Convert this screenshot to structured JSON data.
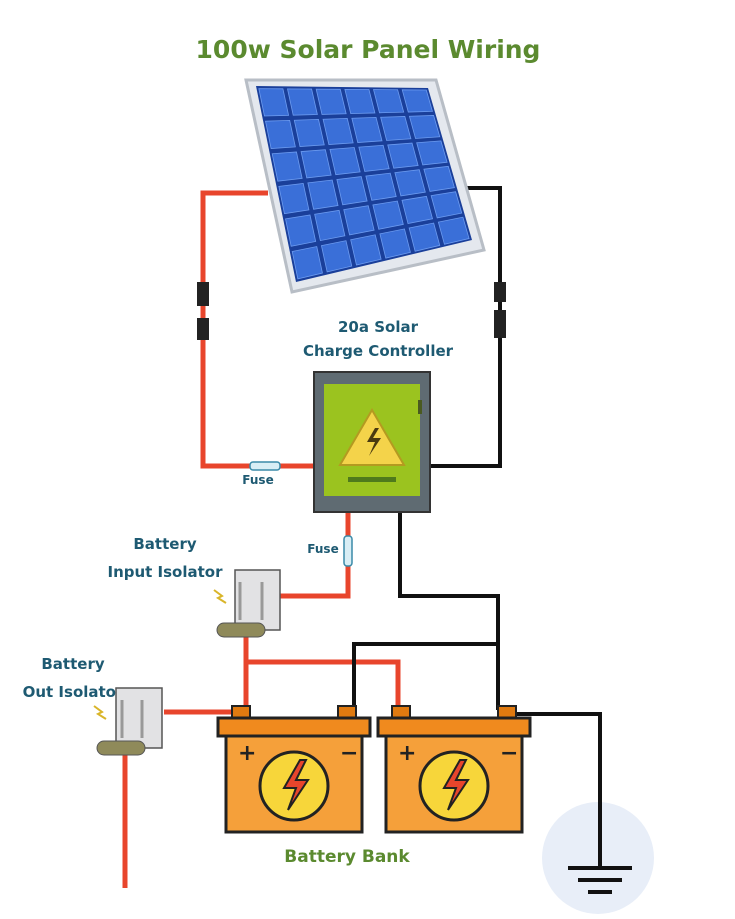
{
  "title": "100w Solar Panel Wiring",
  "controller": {
    "line1": "20a Solar",
    "line2": "Charge Controller"
  },
  "fuse_top": "Fuse",
  "fuse_bottom": "Fuse",
  "input_isolator": {
    "line1": "Battery",
    "line2": "Input Isolator"
  },
  "out_isolator": {
    "line1": "Battery",
    "line2": "Out Isolator"
  },
  "battery_bank": "Battery Bank",
  "battery_symbols": {
    "plus": "+",
    "minus": "−"
  },
  "colors": {
    "title": "#5b8a2f",
    "label": "#1e5a72",
    "positive_wire": "#e8452c",
    "negative_wire": "#111111",
    "battery": "#f08a1e",
    "controller": "#9bc31f"
  }
}
